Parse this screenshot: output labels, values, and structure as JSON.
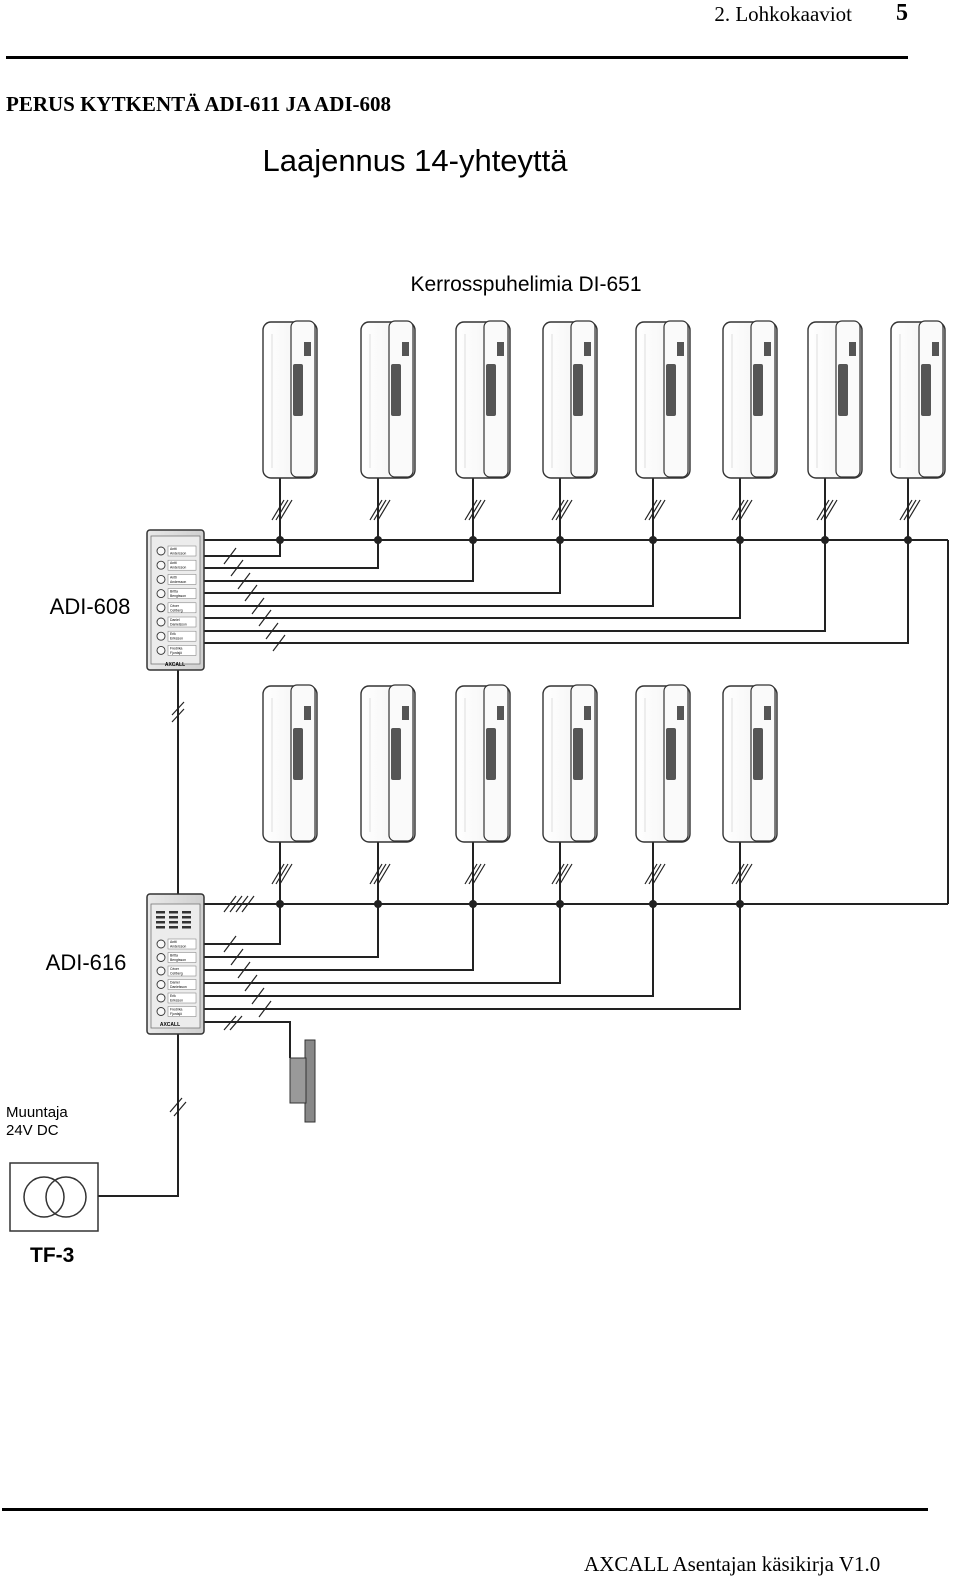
{
  "header": {
    "chapter": "2. Lohkokaaviot",
    "page_number": "5"
  },
  "section_title": "PERUS KYTKENTÄ ADI-611 JA ADI-608",
  "main_title": "Laajennus 14-yhteyttä",
  "footer": "AXCALL Asentajan käsikirja V1.0",
  "diagram": {
    "phones_label": "Kerrosspuhelimia DI-651",
    "panel_upper": {
      "label": "ADI-608",
      "buttons": [
        {
          "label1": "Antti",
          "label2": "Andersson"
        },
        {
          "label1": "Antti",
          "label2": "Andersson"
        },
        {
          "label1": "Antti",
          "label2": "Andersson"
        },
        {
          "label1": "Britta",
          "label2": "Bengtsson"
        },
        {
          "label1": "Cécer",
          "label2": "Cellberg"
        },
        {
          "label1": "Daniel",
          "label2": "Danielsson"
        },
        {
          "label1": "Erik",
          "label2": "Eriksson"
        },
        {
          "label1": "Fredrika",
          "label2": "Fjordsjö"
        }
      ],
      "brand": "AXCALL"
    },
    "panel_lower": {
      "label": "ADI-616",
      "buttons": [
        {
          "label1": "Antti",
          "label2": "Andersson"
        },
        {
          "label1": "Britta",
          "label2": "Bengtsson"
        },
        {
          "label1": "Cécer",
          "label2": "Cellberg"
        },
        {
          "label1": "Daniel",
          "label2": "Danielsson"
        },
        {
          "label1": "Erik",
          "label2": "Eriksson"
        },
        {
          "label1": "Fredrika",
          "label2": "Fjordsjö"
        }
      ],
      "brand": "AXCALL"
    },
    "transformer": {
      "label_line1": "Muuntaja",
      "label_line2": "24V DC",
      "model": "TF-3"
    },
    "phone_count_upper": 8,
    "phone_count_lower": 6
  }
}
